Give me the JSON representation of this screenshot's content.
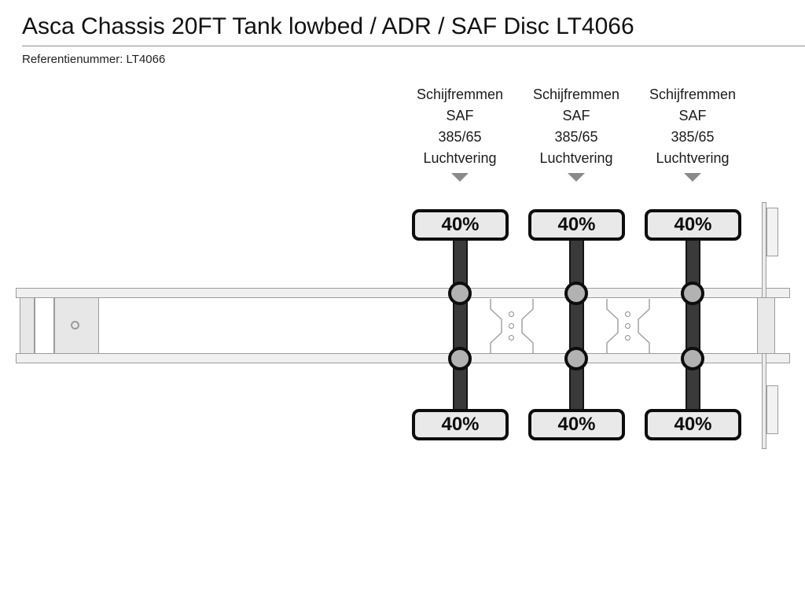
{
  "header": {
    "title": "Asca Chassis 20FT Tank lowbed / ADR / SAF Disc LT4066",
    "reference_label": "Referentienummer:",
    "reference_value": "LT4066",
    "reference_line": "Referentienummer: LT4066"
  },
  "diagram": {
    "name": "trailer-axle-diagram",
    "orientation": "side-view-left-front",
    "axles": [
      {
        "id": "axle-1",
        "brake_type": "Schijfremmen",
        "brand": "SAF",
        "tyre_size": "385/65",
        "suspension": "Luchtvering",
        "caret_icon": "triangle-down-icon",
        "tread_top": "40%",
        "tread_bottom": "40%"
      },
      {
        "id": "axle-2",
        "brake_type": "Schijfremmen",
        "brand": "SAF",
        "tyre_size": "385/65",
        "suspension": "Luchtvering",
        "caret_icon": "triangle-down-icon",
        "tread_top": "40%",
        "tread_bottom": "40%"
      },
      {
        "id": "axle-3",
        "brake_type": "Schijfremmen",
        "brand": "SAF",
        "tyre_size": "385/65",
        "suspension": "Luchtvering",
        "caret_icon": "triangle-down-icon",
        "tread_top": "40%",
        "tread_bottom": "40%"
      }
    ],
    "kingpin_icon": "kingpin-circle-icon",
    "crossmember_hole_count": 3,
    "colors": {
      "badge_fill": "#e9e9e9",
      "badge_border": "#0d0d0d",
      "axle_shaft": "#3a3a3a",
      "wheel_fill": "#b2b2b2",
      "wheel_border": "#0d0d0d",
      "chassis_fill": "#f0f0f0",
      "chassis_line": "#9c9c9c",
      "caret": "#8a8a8a",
      "background": "#ffffff"
    }
  }
}
